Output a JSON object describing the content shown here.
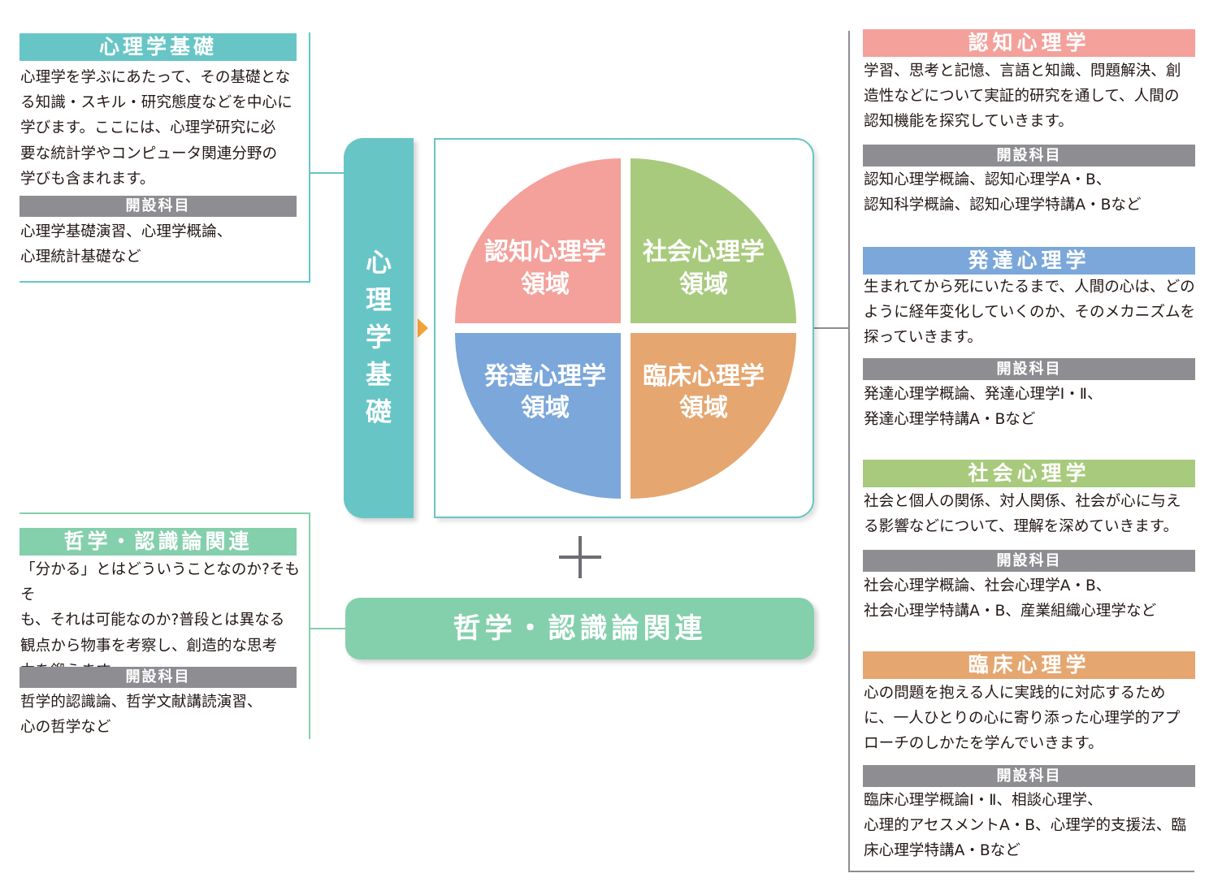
{
  "colors": {
    "teal": "#67c5c6",
    "pink": "#f4a09b",
    "green": "#a8ca7c",
    "blue": "#7ba7da",
    "orange": "#e5a670",
    "mint": "#84cfac",
    "gray_header": "#8e8d92",
    "arrow_orange": "#f2a33a"
  },
  "left_panels": {
    "basics": {
      "title": "心理学基礎",
      "description": "心理学を学ぶにあたって、その基礎とな\nる知識・スキル・研究態度などを中心に\n学びます。ここには、心理学研究に必\n要な統計学やコンピュータ関連分野の\n学びも含まれます。",
      "courses_header": "開設科目",
      "courses": "心理学基礎演習、心理学概論、\n心理統計基礎など"
    },
    "philosophy": {
      "title": "哲学・認識論関連",
      "description": "「分かる」とはどういうことなのか?そもそ\nも、それは可能なのか?普段とは異なる\n観点から物事を考察し、創造的な思考\n力を鍛えます。",
      "courses_header": "開設科目",
      "courses": "哲学的認識論、哲学文献講読演習、\n心の哲学など"
    }
  },
  "center": {
    "vertical_bar_label": "心\n理\n学\n基\n礎",
    "quadrants": {
      "cognitive": [
        "認知心理学",
        "領域"
      ],
      "social": [
        "社会心理学",
        "領域"
      ],
      "developmental": [
        "発達心理学",
        "領域"
      ],
      "clinical": [
        "臨床心理学",
        "領域"
      ]
    },
    "plus_sign": "+",
    "bottom_bar_label": "哲学・認識論関連"
  },
  "right_panels": {
    "cognitive": {
      "title": "認知心理学",
      "description": "学習、思考と記憶、言語と知識、問題解決、創\n造性などについて実証的研究を通して、人間の\n認知機能を探究していきます。",
      "courses_header": "開設科目",
      "courses": "認知心理学概論、認知心理学A・B、\n認知科学概論、認知心理学特講A・Bなど"
    },
    "developmental": {
      "title": "発達心理学",
      "description": "生まれてから死にいたるまで、人間の心は、どの\nように経年変化していくのか、そのメカニズムを\n探っていきます。",
      "courses_header": "開設科目",
      "courses": "発達心理学概論、発達心理学Ⅰ・Ⅱ、\n発達心理学特講A・Bなど"
    },
    "social": {
      "title": "社会心理学",
      "description": "社会と個人の関係、対人関係、社会が心に与え\nる影響などについて、理解を深めていきます。",
      "courses_header": "開設科目",
      "courses": "社会心理学概論、社会心理学A・B、\n社会心理学特講A・B、産業組織心理学など"
    },
    "clinical": {
      "title": "臨床心理学",
      "description": "心の問題を抱える人に実践的に対応するため\nに、一人ひとりの心に寄り添った心理学的アプ\nローチのしかたを学んでいきます。",
      "courses_header": "開設科目",
      "courses": "臨床心理学概論Ⅰ・Ⅱ、相談心理学、\n心理的アセスメントA・B、心理学的支援法、臨\n床心理学特講A・Bなど"
    }
  }
}
